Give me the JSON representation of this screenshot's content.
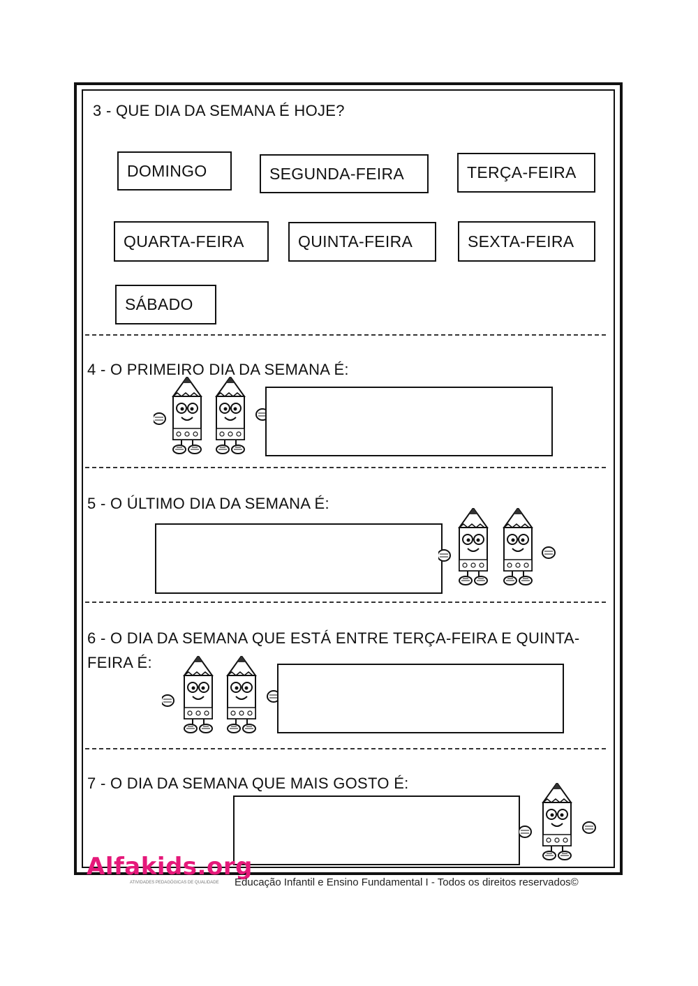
{
  "q3": {
    "title": "3 - QUE DIA DA SEMANA É HOJE?",
    "days": [
      "DOMINGO",
      "SEGUNDA-FEIRA",
      "TERÇA-FEIRA",
      "QUARTA-FEIRA",
      "QUINTA-FEIRA",
      "SEXTA-FEIRA",
      "SÁBADO"
    ]
  },
  "q4": {
    "title": "4 -  O PRIMEIRO DIA DA SEMANA É:"
  },
  "q5": {
    "title": "5 - O ÚLTIMO DIA DA SEMANA É:"
  },
  "q6": {
    "line1": "6 - O DIA DA SEMANA QUE ESTÁ ENTRE TERÇA-FEIRA E QUINTA-",
    "line2": "FEIRA É:"
  },
  "q7": {
    "title": "7 - O DIA DA SEMANA QUE MAIS GOSTO É:"
  },
  "logo": {
    "text": "Alfakids.org",
    "subtitle": "ATIVIDADES PEDAGÓGICAS DE QUALIDADE"
  },
  "footer": {
    "text": "Educação Infantil e Ensino Fundamental I - Todos os direitos reservados©"
  },
  "colors": {
    "brand": "#e5197a",
    "ink": "#111111"
  }
}
